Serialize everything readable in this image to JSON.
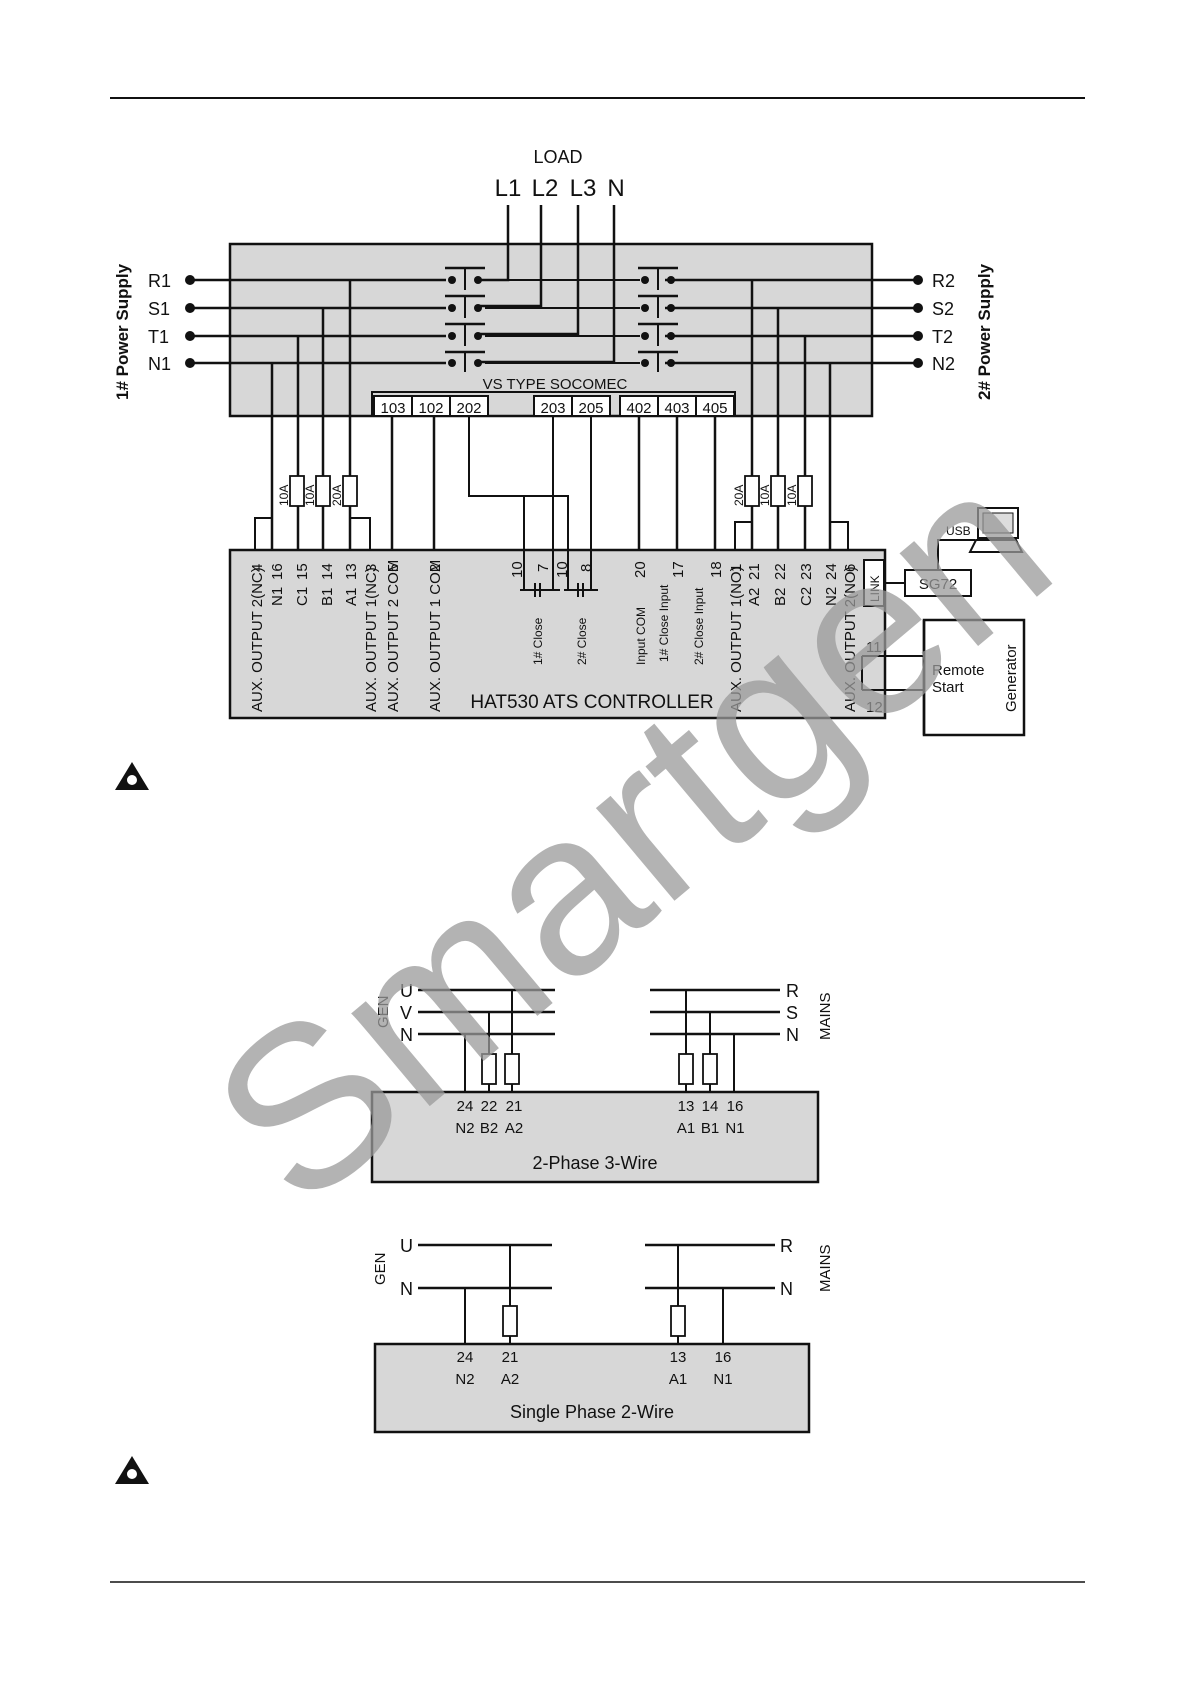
{
  "wiring": {
    "load_label": "LOAD",
    "load_phases": [
      "L1",
      "L2",
      "L3",
      "N"
    ],
    "supply1_label": "1# Power Supply",
    "supply2_label": "2# Power Supply",
    "supply1_lines": [
      "R1",
      "S1",
      "T1",
      "N1"
    ],
    "supply2_lines": [
      "R2",
      "S2",
      "T2",
      "N2"
    ],
    "switch_label": "VS TYPE SOCOMEC",
    "switch_terminals": [
      "103",
      "102",
      "202",
      "203",
      "205",
      "402",
      "403",
      "405"
    ],
    "fuses_left": [
      "10A",
      "10A",
      "20A"
    ],
    "fuses_right": [
      "20A",
      "10A",
      "10A"
    ],
    "controller_title": "HAT530 ATS CONTROLLER",
    "controller_terminals": [
      "4",
      "16",
      "15",
      "14",
      "13",
      "3",
      "5",
      "2",
      "10",
      "7",
      "10",
      "8",
      "20",
      "17",
      "18",
      "1",
      "21",
      "22",
      "23",
      "24",
      "6"
    ],
    "controller_labels": [
      "AUX. OUTPUT 2(NC)",
      "N1",
      "C1",
      "B1",
      "A1",
      "AUX. OUTPUT 1(NC)",
      "AUX. OUTPUT 2 COM",
      "AUX. OUTPUT 1 COM",
      "1# Close",
      "2# Close",
      "Input COM",
      "1# Close Input",
      "2# Close Input",
      "AUX. OUTPUT 1(NO)",
      "A2",
      "B2",
      "C2",
      "N2",
      "AUX. OUTPUT 2(NO)"
    ],
    "link_label": "LINK",
    "sg72_label": "SG72",
    "usb_label": "USB",
    "terminal_11": "11",
    "terminal_12": "12",
    "remote_label_1": "Remote",
    "remote_label_2": "Start",
    "generator_label": "Generator"
  },
  "two_phase": {
    "gen_label": "GEN",
    "mains_label": "MAINS",
    "gen_lines": [
      "U",
      "V",
      "N"
    ],
    "mains_lines": [
      "R",
      "S",
      "N"
    ],
    "left_numbers": [
      "24",
      "22",
      "21"
    ],
    "left_names": [
      "N2",
      "B2",
      "A2"
    ],
    "right_numbers": [
      "13",
      "14",
      "16"
    ],
    "right_names": [
      "A1",
      "B1",
      "N1"
    ],
    "title": "2-Phase 3-Wire"
  },
  "single_phase": {
    "gen_label": "GEN",
    "mains_label": "MAINS",
    "gen_lines": [
      "U",
      "N"
    ],
    "mains_lines": [
      "R",
      "N"
    ],
    "left_numbers": [
      "24",
      "21"
    ],
    "left_names": [
      "N2",
      "A2"
    ],
    "right_numbers": [
      "13",
      "16"
    ],
    "right_names": [
      "A1",
      "N1"
    ],
    "title": "Single Phase 2-Wire"
  },
  "watermark": "Smartgen"
}
